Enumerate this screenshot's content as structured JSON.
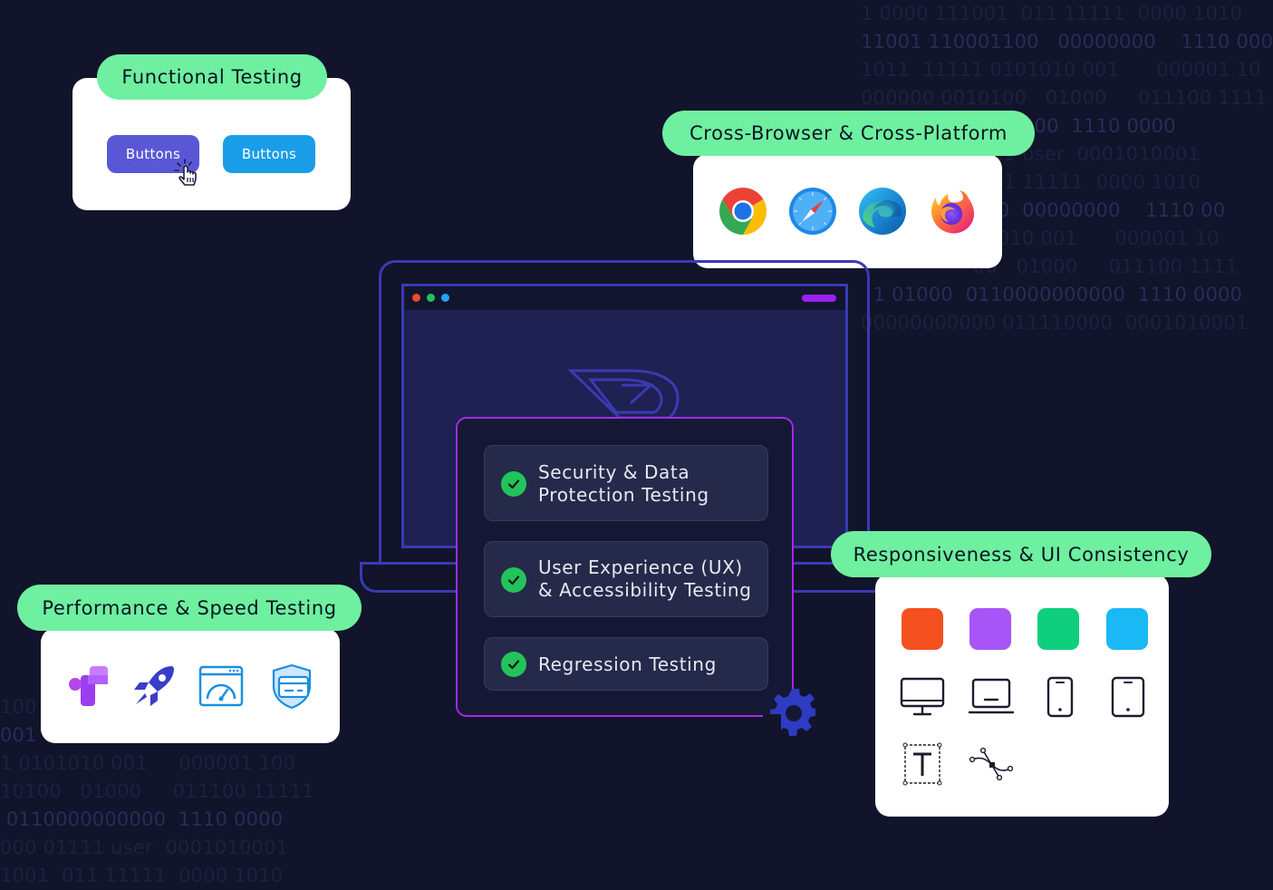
{
  "background_binary": {
    "top_right": [
      "1 0000 111001  011 11111  0000 1010",
      "11001 110001100   00000000    1110 000",
      "1011  11111 0101010 001      000001 10",
      "000000 0010100   01000     011100 1111",
      "                  0000000  1110 0000",
      "                   111 user  0001010001",
      "                   011 11111  0000 1010",
      "                  100  00000000    1110 00",
      "                  01010 001      000001 10",
      "                  00   01000     011100 1111",
      "  1 01000  0110000000000  1110 0000",
      "00000000000 011110000  0001010001"
    ],
    "bottom_left": [
      "100",
      "001",
      "1 0101010 001     000001 100",
      "10100   01000     011100 11111",
      " 0110000000000  1110 0000",
      "000 01111 user  0001010001",
      "1001  011 11111  0000 1010"
    ]
  },
  "functional": {
    "title": "Functional Testing",
    "button1": "Buttons",
    "button2": "Buttons",
    "button1_color": "#5a57d6",
    "button2_color": "#1a9de8",
    "cursor_icon": "pointer-click-icon"
  },
  "cross_browser": {
    "title": "Cross-Browser & Cross-Platform",
    "browsers": [
      "chrome-icon",
      "safari-icon",
      "edge-icon",
      "firefox-icon"
    ]
  },
  "laptop": {
    "dots": [
      "#f04a2a",
      "#22c45a",
      "#22a4f0"
    ],
    "accent": "#9b22f0",
    "logo_icon": "brand-logo-icon"
  },
  "tests": {
    "items": [
      {
        "label": "Security & Data\nProtection Testing"
      },
      {
        "label": "User Experience (UX)\n& Accessibility Testing"
      },
      {
        "label": "Regression Testing"
      }
    ],
    "check_icon": "check-circle-icon",
    "check_color": "#22c45a",
    "gear_icon": "gear-icon"
  },
  "performance": {
    "title": "Performance & Speed Testing",
    "icons": [
      "google-analytics-icon",
      "rocket-icon",
      "speedometer-browser-icon",
      "shield-card-icon"
    ]
  },
  "responsiveness": {
    "title": "Responsiveness & UI Consistency",
    "swatches": [
      "#f55020",
      "#a855f7",
      "#0fcf7e",
      "#1ab8f5"
    ],
    "devices": [
      "desktop-monitor-icon",
      "laptop-icon",
      "phone-icon",
      "tablet-icon"
    ],
    "tools": [
      "text-tool-icon",
      "vector-pen-icon"
    ]
  }
}
